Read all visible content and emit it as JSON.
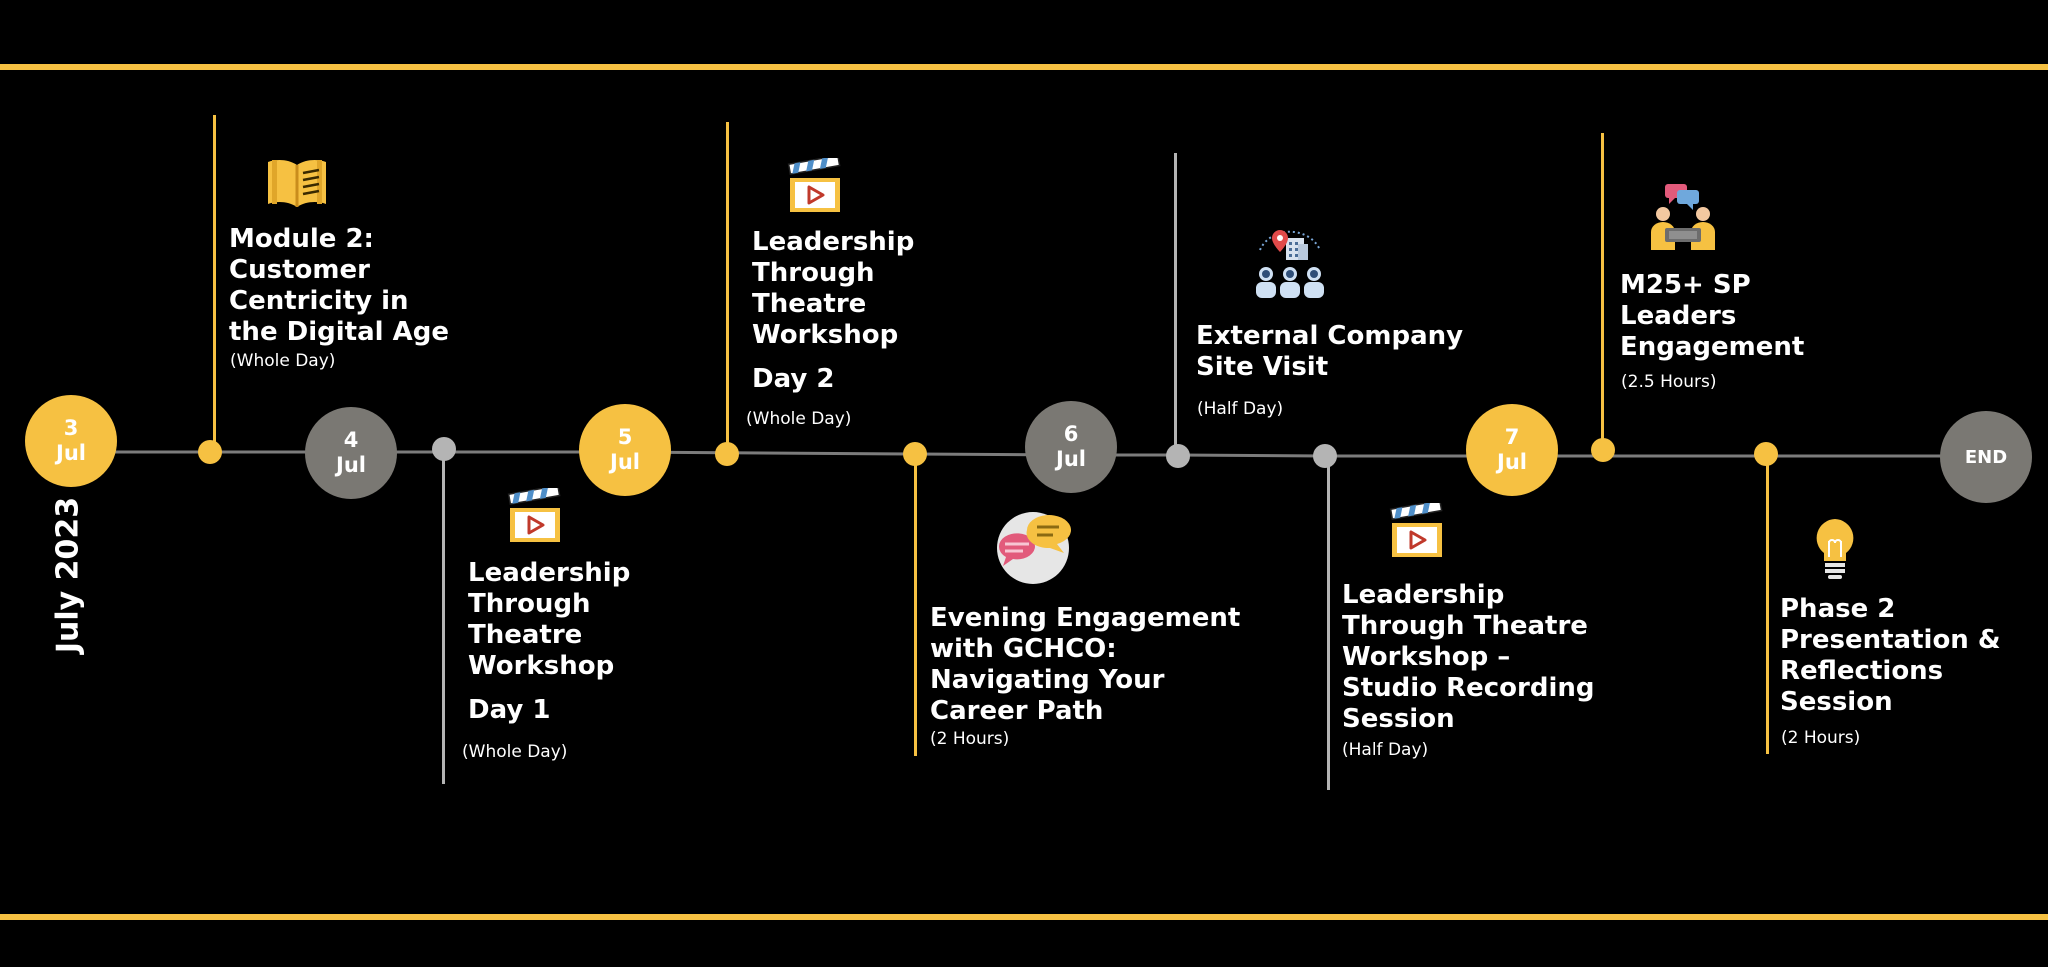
{
  "colors": {
    "accent": "#f6c142",
    "milestone_grey": "#7a7873",
    "connector_grey": "#b4b4b4",
    "background": "#000000"
  },
  "month_label": "July 2023",
  "milestones": [
    {
      "day": "3",
      "month": "Jul",
      "color": "yellow"
    },
    {
      "day": "4",
      "month": "Jul",
      "color": "grey"
    },
    {
      "day": "5",
      "month": "Jul",
      "color": "yellow"
    },
    {
      "day": "6",
      "month": "Jul",
      "color": "grey"
    },
    {
      "day": "7",
      "month": "Jul",
      "color": "yellow"
    },
    {
      "label": "END",
      "color": "grey"
    }
  ],
  "events": [
    {
      "title": "Module 2:\nCustomer\nCentricity in\nthe Digital Age",
      "duration": "(Whole Day)",
      "icon": "book-icon"
    },
    {
      "title": "Leadership\nThrough\nTheatre\nWorkshop",
      "day_label": "Day 1",
      "duration": "(Whole Day)",
      "icon": "clapperboard-icon"
    },
    {
      "title": "Leadership\nThrough\nTheatre\nWorkshop",
      "day_label": "Day 2",
      "duration": "(Whole Day)",
      "icon": "clapperboard-icon"
    },
    {
      "title": "Evening Engagement\nwith GCHCO:\nNavigating Your\nCareer Path",
      "duration": "(2 Hours)",
      "icon": "chat-bubbles-icon"
    },
    {
      "title": "External Company\nSite Visit",
      "duration": "(Half Day)",
      "icon": "company-visit-icon"
    },
    {
      "title": "Leadership\nThrough Theatre\nWorkshop –\nStudio Recording\nSession",
      "duration": "(Half Day)",
      "icon": "clapperboard-icon"
    },
    {
      "title": "M25+ SP\nLeaders\nEngagement",
      "duration": "(2.5 Hours)",
      "icon": "meeting-icon"
    },
    {
      "title": "Phase 2\nPresentation &\nReflections\nSession",
      "duration": "(2 Hours)",
      "icon": "lightbulb-icon"
    }
  ]
}
